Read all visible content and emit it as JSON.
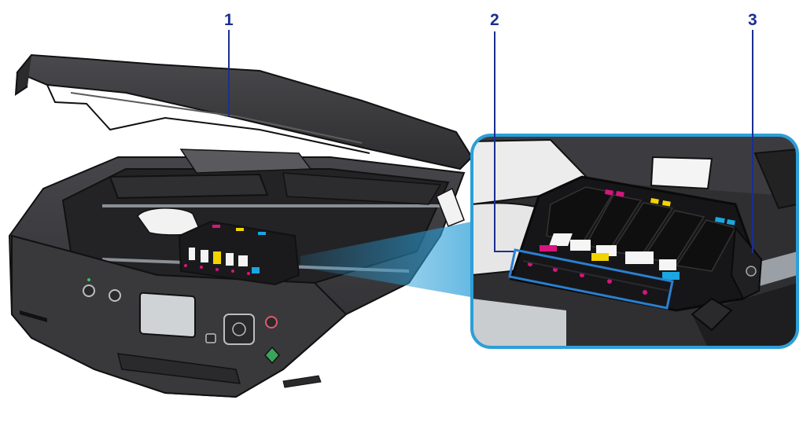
{
  "callouts": [
    {
      "number": "1",
      "target": "scanning-unit-cover"
    },
    {
      "number": "2",
      "target": "ink-lamps"
    },
    {
      "number": "3",
      "target": "print-head-holder"
    }
  ],
  "colors": {
    "callout": "#1b2f8f",
    "highlight": "#2b9fd8",
    "printer_body": "#3a3a3c",
    "printer_dark": "#1f1f21",
    "magenta": "#d6157e",
    "yellow": "#f2d400",
    "cyan": "#1aa6e0",
    "black": "#0c0c0c"
  },
  "ink_tanks": [
    "pigment-black",
    "black",
    "cyan",
    "magenta",
    "yellow",
    "photo-blue"
  ]
}
